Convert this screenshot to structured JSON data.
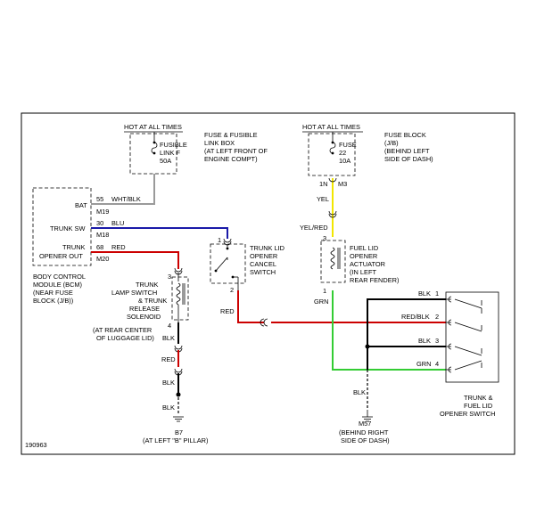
{
  "diagram_id": "190963",
  "colors": {
    "wire_black": "#000000",
    "wire_gray": "#9a9a9a",
    "wire_blue": "#1a1aa8",
    "wire_red": "#cc0000",
    "wire_yellow": "#f2e600",
    "wire_green": "#33cc33"
  },
  "power_left": {
    "hot_label": "HOT AT ALL TIMES",
    "fuse_lines": [
      "FUSIBLE",
      "LINK F",
      "50A"
    ],
    "box_lines": [
      "FUSE & FUSIBLE",
      "LINK BOX",
      "(AT LEFT FRONT OF",
      "ENGINE COMPT)"
    ]
  },
  "power_right": {
    "hot_label": "HOT AT ALL TIMES",
    "fuse_lines": [
      "FUSE",
      "22",
      "10A"
    ],
    "box_lines": [
      "FUSE BLOCK",
      "(J/B)",
      "(BEHIND LEFT",
      "SIDE OF DASH)"
    ],
    "pin_1n": "1N",
    "pin_m3": "M3"
  },
  "bcm": {
    "pins": [
      {
        "label": "BAT",
        "pin": "55",
        "connector": "M19",
        "wire": "WHT/BLK"
      },
      {
        "label": "TRUNK SW",
        "pin": "30",
        "connector": "M18",
        "wire": "BLU"
      },
      {
        "label_lines": [
          "TRUNK",
          "OPENER OUT"
        ],
        "pin": "68",
        "connector": "M20",
        "wire": "RED"
      }
    ],
    "desc_lines": [
      "BODY CONTROL",
      "MODULE (BCM)",
      "(NEAR FUSE",
      "BLOCK (J/B))"
    ]
  },
  "cancel_switch": {
    "desc_lines": [
      "TRUNK LID",
      "OPENER",
      "CANCEL",
      "SWITCH"
    ],
    "pin1": "1",
    "pin2": "2",
    "out_wire": "RED"
  },
  "solenoid": {
    "pin3": "3",
    "pin4": "4",
    "desc_lines": [
      "TRUNK",
      "LAMP SWITCH",
      "& TRUNK",
      "RELEASE",
      "SOLENOID",
      "(AT REAR CENTER",
      "OF LUGGAGE LID)"
    ],
    "wires": [
      "BLK",
      "RED",
      "BLK",
      "BLK"
    ],
    "ground_id": "B7",
    "ground_desc": "(AT LEFT \"B\" PILLAR)"
  },
  "fuel_actuator": {
    "wire_in_1": "YEL",
    "wire_in_2": "YEL/RED",
    "pin3": "3",
    "pin1": "1",
    "desc_lines": [
      "FUEL LID",
      "OPENER",
      "ACTUATOR",
      "(IN LEFT",
      "REAR FENDER)"
    ],
    "out_wire": "GRN"
  },
  "opener_switch": {
    "pins": [
      {
        "wire": "BLK",
        "num": "1"
      },
      {
        "wire": "RED/BLK",
        "num": "2"
      },
      {
        "wire": "BLK",
        "num": "3"
      },
      {
        "wire": "GRN",
        "num": "4"
      }
    ],
    "desc_lines": [
      "TRUNK &",
      "FUEL LID",
      "OPENER SWITCH"
    ]
  },
  "ground_m57": {
    "wire": "BLK",
    "id": "M57",
    "desc_lines": [
      "(BEHIND RIGHT",
      "SIDE OF DASH)"
    ]
  }
}
